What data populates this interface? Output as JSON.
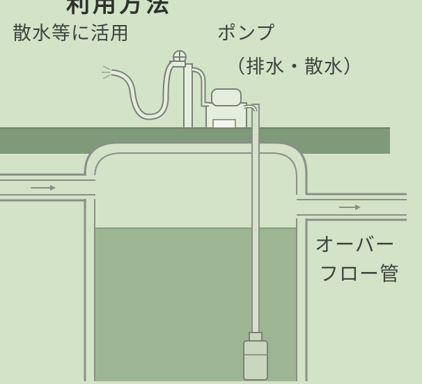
{
  "title_fragment": "利用方法",
  "labels": {
    "sprinkle_use": "散水等に活用",
    "pump": "ポンプ",
    "pump_purpose": "（排水・散水）",
    "overflow_line1": "オーバー",
    "overflow_line2": "フロー管"
  },
  "colors": {
    "background": "#d3e3c7",
    "ground": "#7f9a79",
    "water": "#9db593",
    "outline": "#8a8f86",
    "text": "#3f423d"
  }
}
